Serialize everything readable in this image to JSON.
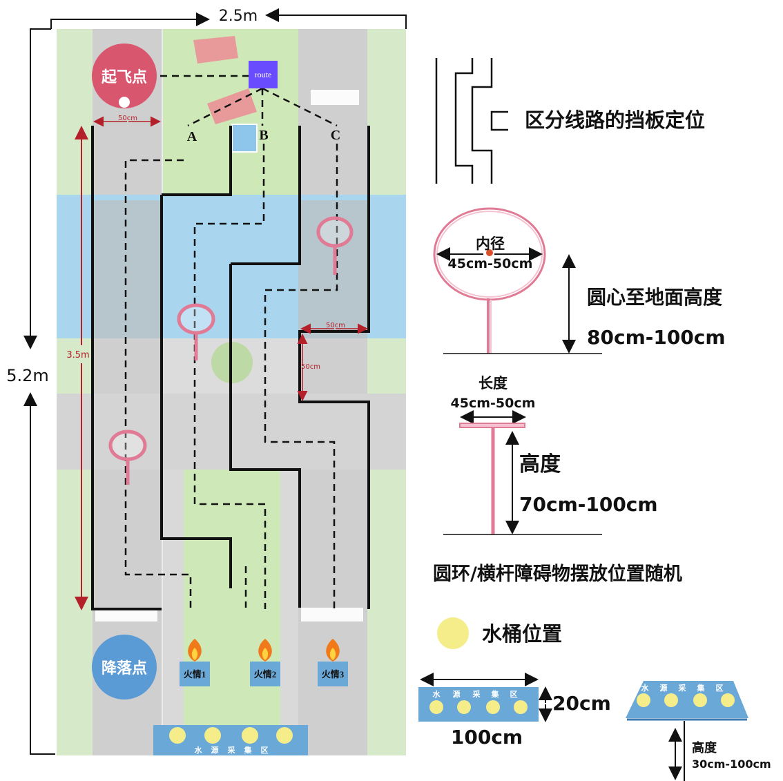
{
  "dimensions": {
    "width_label": "2.5m",
    "height_label": "5.2m",
    "inner_height_label": "3.5m",
    "gap_label_top": "50cm",
    "gap_label_mid_h": "50cm",
    "gap_label_mid_v": "50cm"
  },
  "map": {
    "takeoff_label": "起飞点",
    "route_label": "route",
    "routes": [
      "A",
      "B",
      "C"
    ],
    "landing_label": "降落点",
    "fires": [
      "火情1",
      "火情2",
      "火情3"
    ],
    "water_zone_chars": [
      "水",
      "源",
      "采",
      "集",
      "区"
    ]
  },
  "legend": {
    "baffle_label": "区分线路的挡板定位",
    "ring": {
      "inner_label": "内径",
      "inner_value": "45cm-50cm",
      "height_title": "圆心至地面高度",
      "height_value": "80cm-100cm"
    },
    "bar": {
      "length_label": "长度",
      "length_value": "45cm-50cm",
      "height_title": "高度",
      "height_value": "70cm-100cm"
    },
    "random_note": "圆环/横杆障碍物摆放位置随机",
    "bucket_label": "水桶位置",
    "water_zone": {
      "width_value": "100cm",
      "height_value": "20cm",
      "stand_title": "高度",
      "stand_value": "30cm-100cm"
    }
  },
  "colors": {
    "takeoff": "#d9566f",
    "landing": "#5b9bd5",
    "route": "#6a4cff",
    "dim_red": "#b3202a",
    "ring": "#e07a95",
    "water": "#8ec5ea",
    "bucket": "#f5ec8a",
    "zone_blue": "#6aa8d8",
    "grass": "#cfe8b8",
    "road": "#cfcfcf"
  }
}
